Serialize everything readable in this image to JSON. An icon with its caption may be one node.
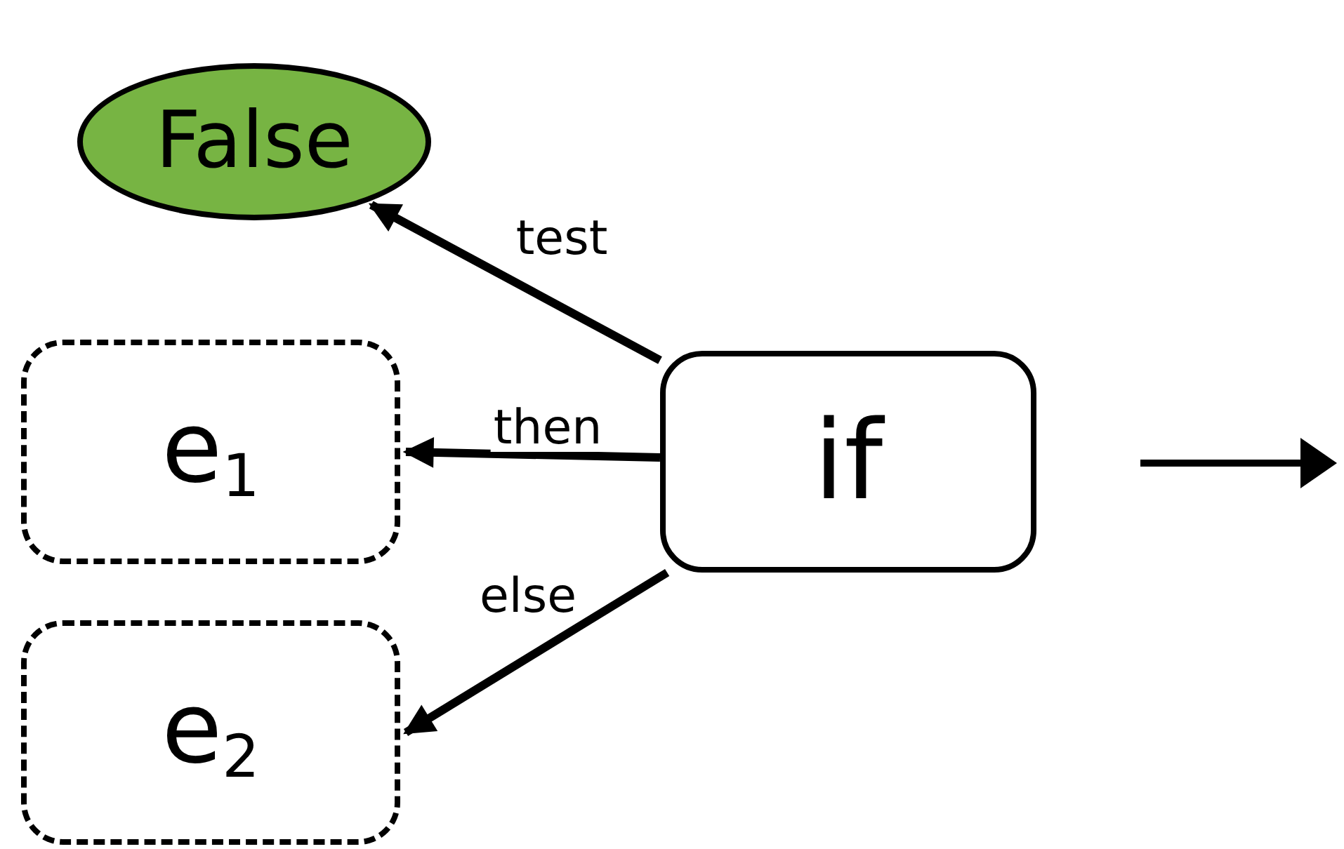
{
  "diagram": {
    "nodes": [
      {
        "text": [
          "False"
        ]
      },
      {
        "text": [
          "if"
        ]
      },
      {
        "text": [
          "e$_{1}$"
        ]
      },
      {
        "text": [
          "e$_{2}$"
        ]
      }
    ],
    "edges": [
      {
        "from": 1,
        "to": 0,
        "arrow": "to",
        "label": "test"
      },
      {
        "from": 1,
        "to": 2,
        "arrow": "to",
        "label": "then"
      },
      {
        "from": 1,
        "to": 3,
        "arrow": "to",
        "label": "else"
      }
    ]
  }
}
